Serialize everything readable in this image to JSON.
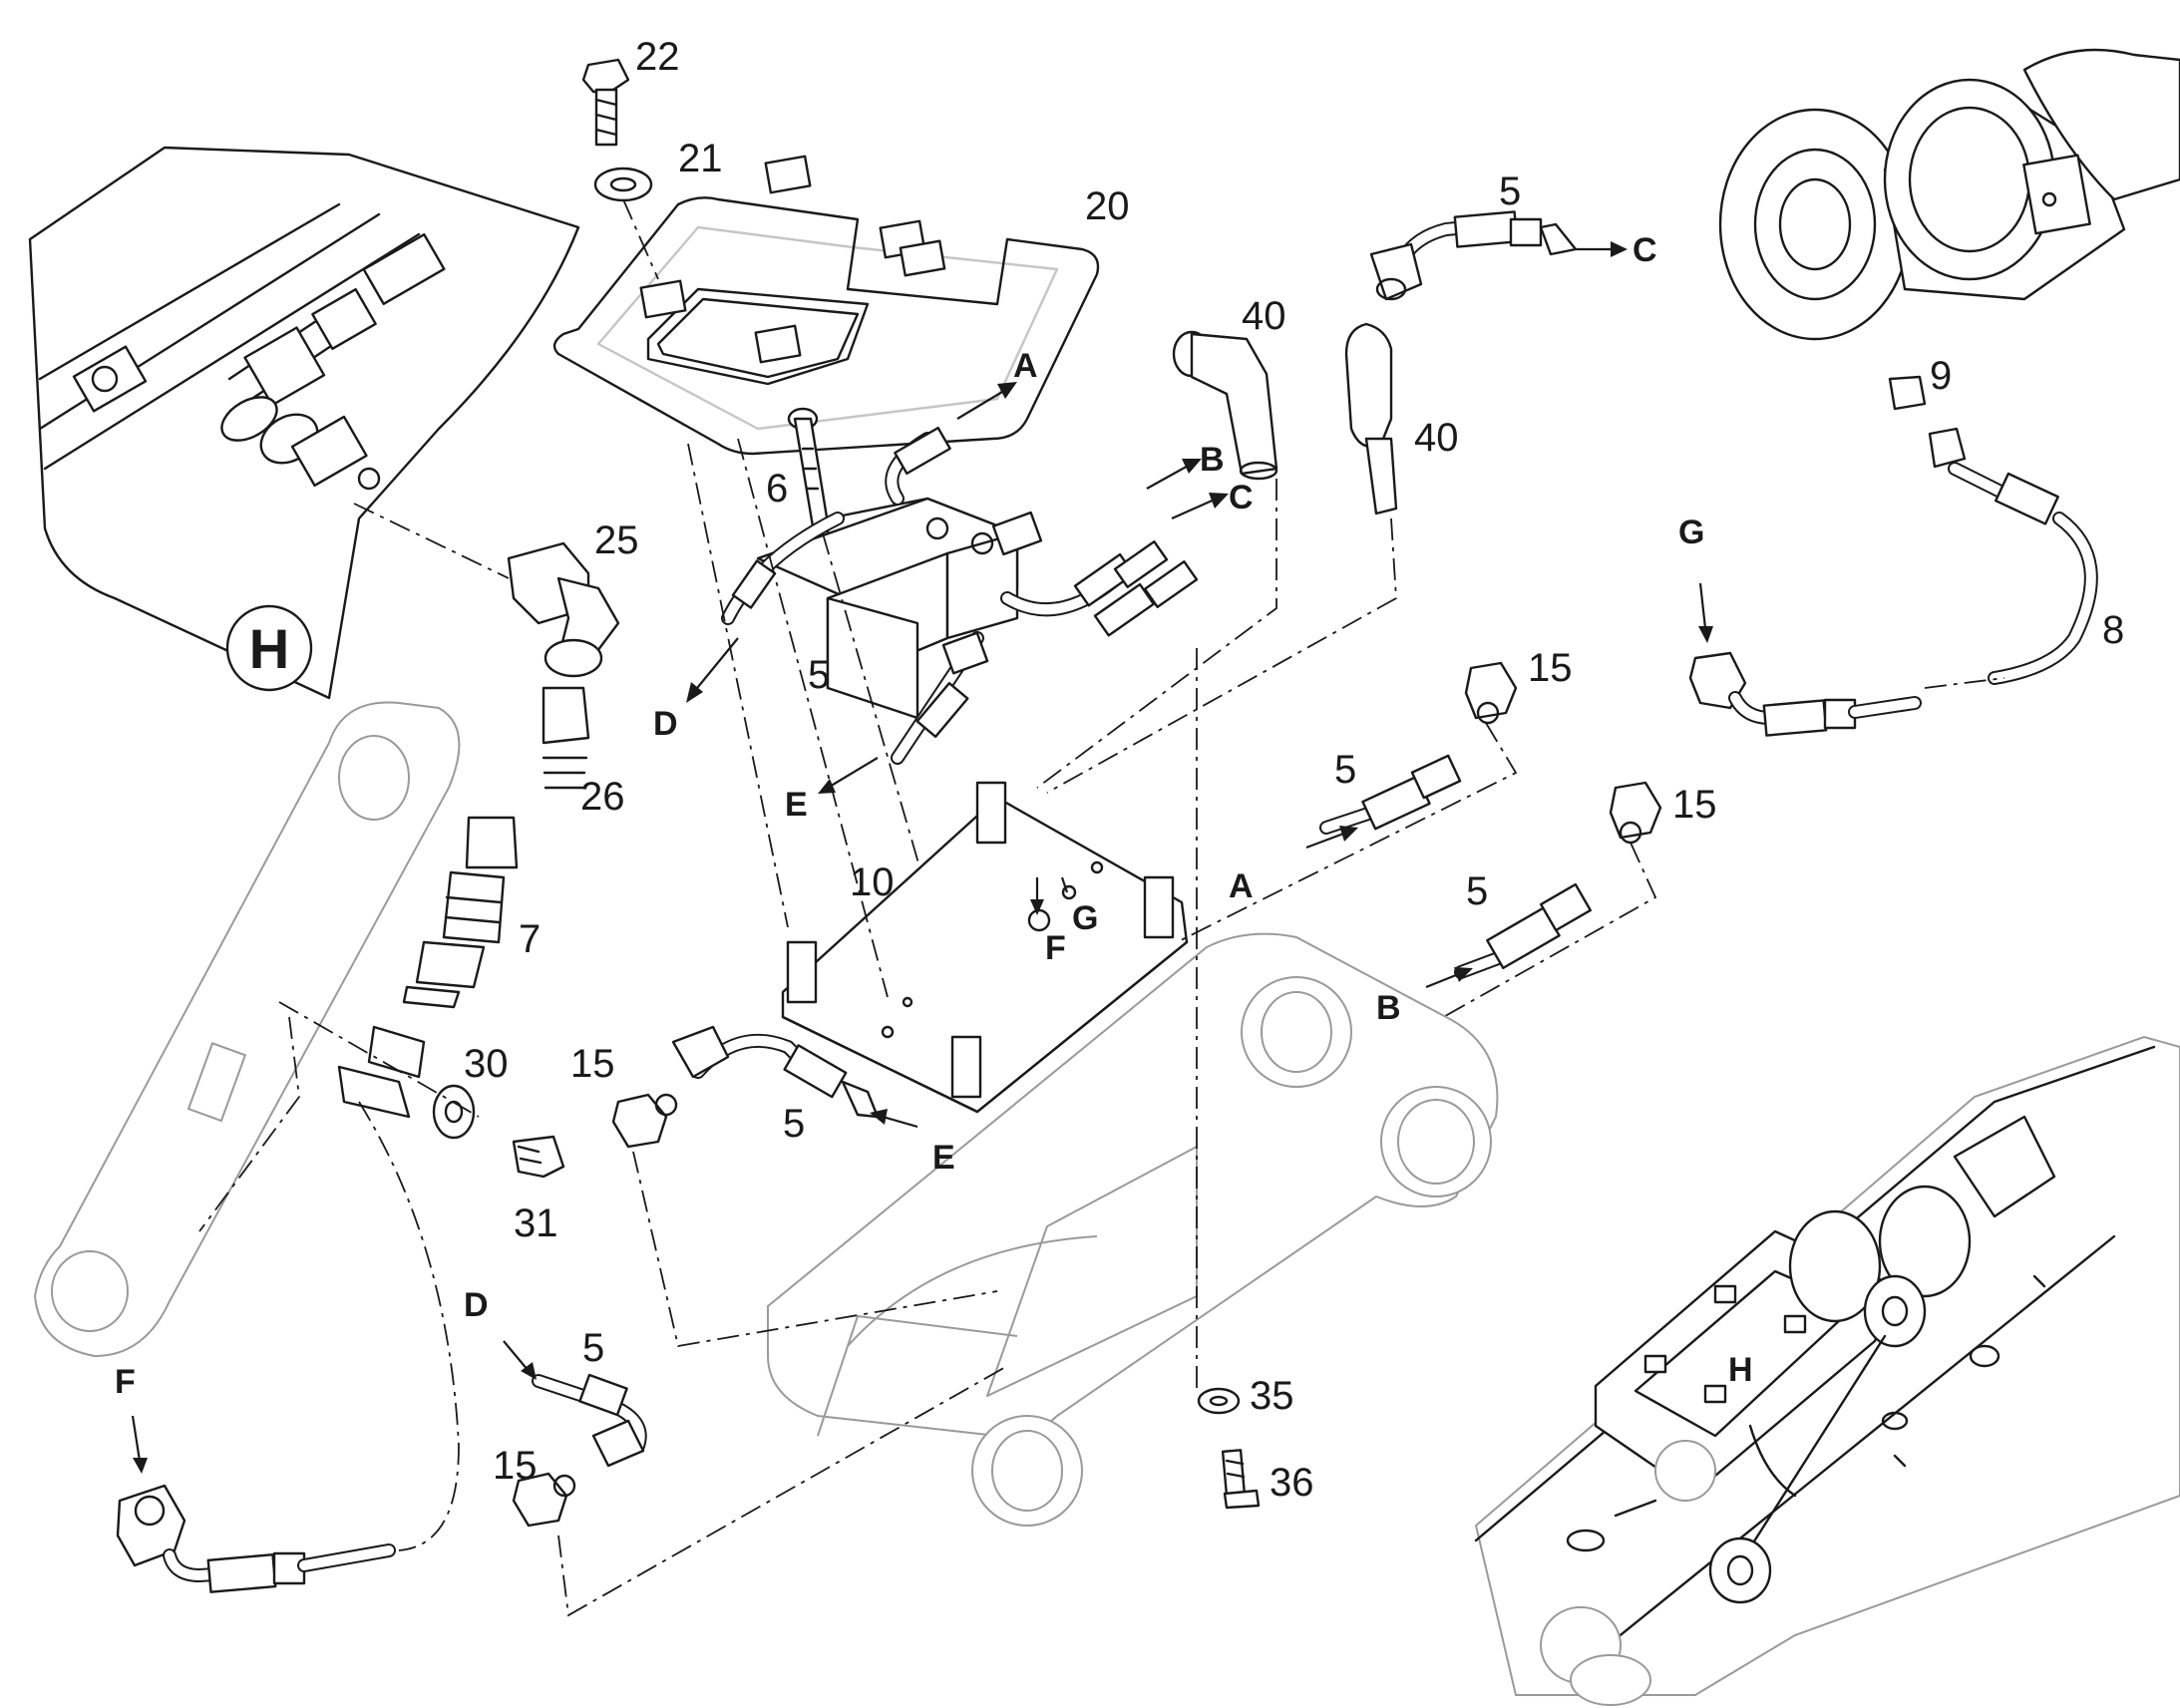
{
  "callouts": {
    "p22": "22",
    "p21": "21",
    "p20": "20",
    "p40a": "40",
    "p40b": "40",
    "p5_top": "5",
    "p5_mid": "5",
    "p5_a": "5",
    "p5_b": "5",
    "p5_e": "5",
    "p5_d": "5",
    "p6": "6",
    "p25": "25",
    "p26": "26",
    "p7": "7",
    "p30": "30",
    "p31": "31",
    "p10": "10",
    "p15_a": "15",
    "p15_b": "15",
    "p15_e": "15",
    "p15_d": "15",
    "p9": "9",
    "p8": "8",
    "p35": "35",
    "p36": "36"
  },
  "letters": {
    "A_top": "A",
    "B_top": "B",
    "C_top": "C",
    "C_right": "C",
    "D_left": "D",
    "E_left": "E",
    "F_plate": "F",
    "G_plate": "G",
    "A_right": "A",
    "B_right": "B",
    "E_bottom": "E",
    "D_bottom": "D",
    "F_bottom": "F",
    "G_right": "G",
    "H_detail": "H",
    "H_inset": "H"
  }
}
